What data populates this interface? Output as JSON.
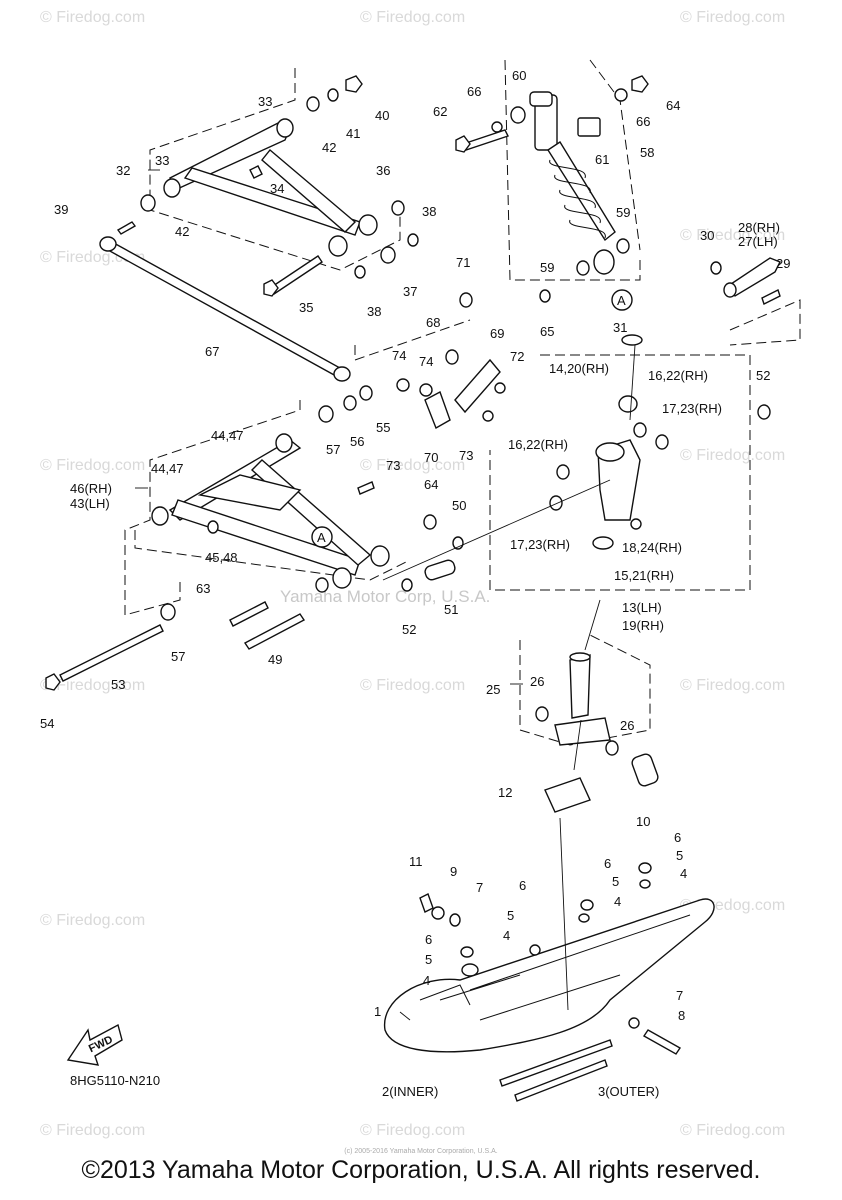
{
  "diagram_code": "8HG5110-N210",
  "copyright": "©2013 Yamaha Motor Corporation, U.S.A. All rights reserved.",
  "fine_print": "(c) 2005-2016 Yamaha Motor Corporation, U.S.A.",
  "watermark": "© Firedog.com",
  "center_watermark": "Yamaha Motor Corp, U.S.A.",
  "fwd_label": "FWD",
  "callouts": [
    "1",
    "2(INNER)",
    "3(OUTER)",
    "4",
    "4",
    "4",
    "4",
    "5",
    "5",
    "5",
    "5",
    "6",
    "6",
    "6",
    "6",
    "7",
    "7",
    "8",
    "9",
    "10",
    "11",
    "12",
    "13(LH)",
    "19(RH)",
    "14,20(RH)",
    "15,21(RH)",
    "16,22(RH)",
    "16,22(RH)",
    "17,23(RH)",
    "17,23(RH)",
    "18,24(RH)",
    "25",
    "26",
    "26",
    "27(LH)",
    "28(RH)",
    "29",
    "30",
    "31",
    "32",
    "33",
    "33",
    "34",
    "35",
    "36",
    "37",
    "38",
    "38",
    "39",
    "40",
    "41",
    "42",
    "42",
    "43(LH)",
    "46(RH)",
    "44,47",
    "44,47",
    "45,48",
    "49",
    "50",
    "51",
    "52",
    "52",
    "53",
    "54",
    "55",
    "56",
    "57",
    "57",
    "58",
    "59",
    "59",
    "60",
    "61",
    "62",
    "63",
    "64",
    "64",
    "65",
    "66",
    "66",
    "67",
    "68",
    "69",
    "70",
    "71",
    "72",
    "73",
    "73",
    "74",
    "74",
    "A",
    "A"
  ]
}
